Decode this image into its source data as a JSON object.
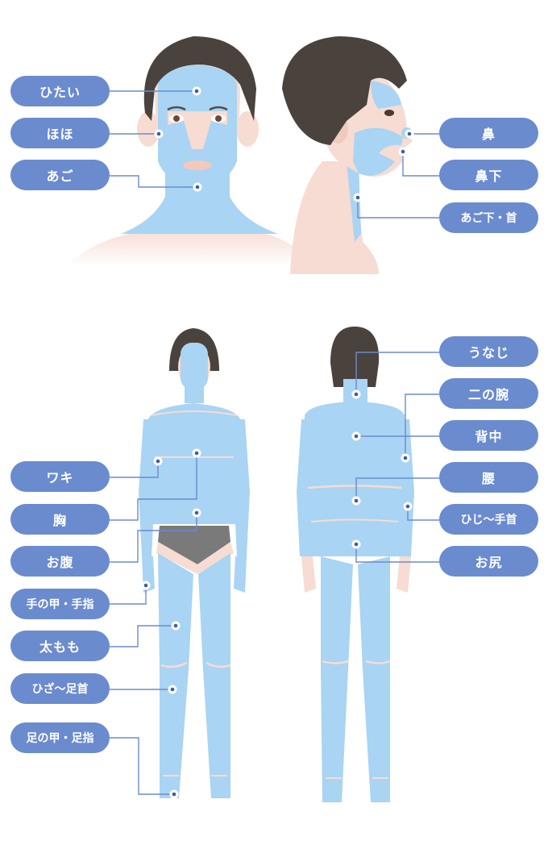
{
  "colors": {
    "label_bg": "#6b8bcf",
    "label_text": "#ffffff",
    "highlight": "#a9d4f3",
    "skin": "#f6dcd2",
    "hair": "#4a423d",
    "line": "#6b8bcf",
    "underwear": "#7a7a7a"
  },
  "face_section": {
    "left_labels": [
      {
        "id": "forehead",
        "label": "ひたい"
      },
      {
        "id": "cheek",
        "label": "ほほ"
      },
      {
        "id": "chin",
        "label": "あご"
      }
    ],
    "right_labels": [
      {
        "id": "nose",
        "label": "鼻"
      },
      {
        "id": "under-nose",
        "label": "鼻下"
      },
      {
        "id": "under-chin-neck",
        "label": "あご下・首"
      }
    ]
  },
  "body_section": {
    "front_labels": [
      {
        "id": "armpit",
        "label": "ワキ"
      },
      {
        "id": "chest",
        "label": "胸"
      },
      {
        "id": "belly",
        "label": "お腹"
      },
      {
        "id": "back-of-hand-fingers",
        "label": "手の甲・手指"
      },
      {
        "id": "thigh",
        "label": "太もも"
      },
      {
        "id": "knee-to-ankle",
        "label": "ひざ〜足首"
      },
      {
        "id": "top-of-foot-toes",
        "label": "足の甲・足指"
      }
    ],
    "back_labels": [
      {
        "id": "nape",
        "label": "うなじ"
      },
      {
        "id": "upper-arm",
        "label": "二の腕"
      },
      {
        "id": "back",
        "label": "背中"
      },
      {
        "id": "lower-back",
        "label": "腰"
      },
      {
        "id": "elbow-to-wrist",
        "label": "ひじ〜手首"
      },
      {
        "id": "buttocks",
        "label": "お尻"
      }
    ]
  }
}
